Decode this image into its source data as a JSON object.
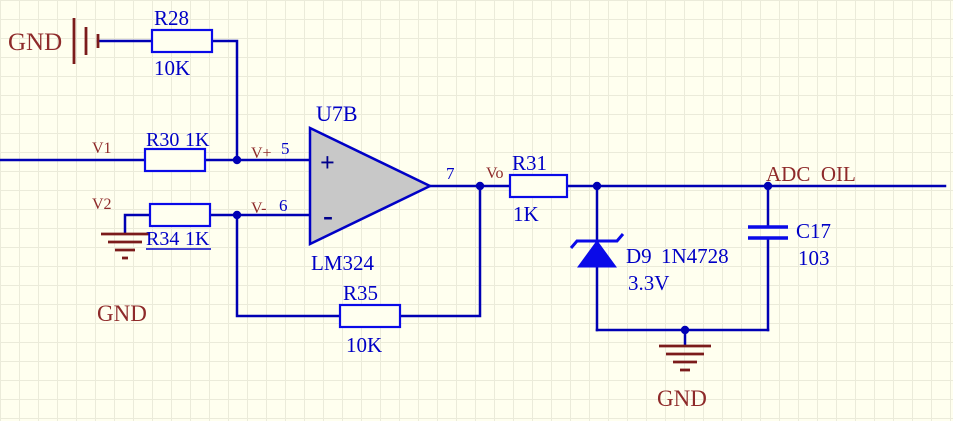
{
  "colors": {
    "background": "#FFFFEF",
    "grid": "#EBEBDA",
    "wire_blue": "#0000B4",
    "component_outline_blue": "#0A0AE8",
    "component_text_blue": "#0000C6",
    "net_label_red": "#8E2A2A",
    "ground_symbol_maroon": "#7B1B1B",
    "opamp_fill_gray": "#C8C8C8"
  },
  "power_ports": {
    "gnd_top_left": "GND",
    "gnd_left": "GND",
    "gnd_bottom": "GND"
  },
  "net_labels": {
    "v1": "V1",
    "v2": "V2",
    "vplus": "V+",
    "vminus": "V-",
    "vo": "Vo",
    "adc_oil": "ADC  OIL"
  },
  "components": {
    "r28": {
      "designator": "R28",
      "value": "10K"
    },
    "r30": {
      "designator": "R30",
      "value": "1K"
    },
    "r34": {
      "designator": "R34",
      "value": "1K"
    },
    "r35": {
      "designator": "R35",
      "value": "10K"
    },
    "r31": {
      "designator": "R31",
      "value": "1K"
    },
    "u7b": {
      "designator": "U7B",
      "part": "LM324",
      "plus": "+",
      "minus": "-",
      "pin_noninverting": "5",
      "pin_inverting": "6",
      "pin_output": "7"
    },
    "d9": {
      "designator": "D9",
      "part": "1N4728",
      "value": "3.3V"
    },
    "c17": {
      "designator": "C17",
      "value": "103"
    }
  }
}
